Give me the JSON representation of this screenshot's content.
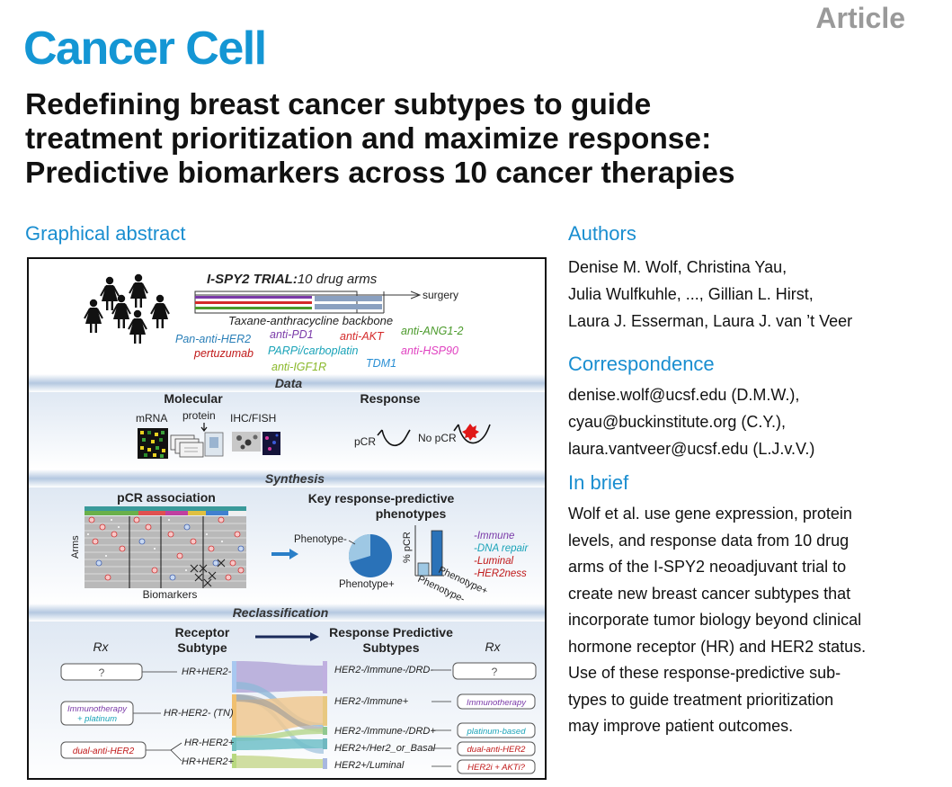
{
  "header": {
    "article_label": "Article",
    "journal": "Cancer Cell",
    "title_lines": [
      "Redefining breast cancer subtypes to guide",
      "treatment prioritization and maximize response:",
      "Predictive biomarkers across 10 cancer therapies"
    ]
  },
  "graphical_abstract": {
    "heading": "Graphical abstract",
    "trial_title_bold": "I-SPY2 TRIAL:",
    "trial_title_rest": "10 drug arms",
    "surgery": "surgery",
    "backbone": "Taxane-anthracycline backbone",
    "drugs": [
      {
        "label": "Pan-anti-HER2",
        "color": "#2a7fb8"
      },
      {
        "label": "anti-PD1",
        "color": "#7a3aa8"
      },
      {
        "label": "anti-AKT",
        "color": "#d42a2a"
      },
      {
        "label": "anti-ANG1-2",
        "color": "#4a9a2a"
      },
      {
        "label": "pertuzumab",
        "color": "#c01818"
      },
      {
        "label": "PARPi/carboplatin",
        "color": "#1aa3b8"
      },
      {
        "label": "anti-HSP90",
        "color": "#e040c0"
      },
      {
        "label": "anti-IGF1R",
        "color": "#8ab82a"
      },
      {
        "label": "TDM1",
        "color": "#2a8fd4"
      }
    ],
    "band_data": "Data",
    "molecular": "Molecular",
    "mrna": "mRNA",
    "protein": "protein",
    "ihc": "IHC/FISH",
    "response": "Response",
    "pcr": "pCR",
    "no_pcr": "No pCR",
    "band_synthesis": "Synthesis",
    "pcr_association": "pCR association",
    "arms": "Arms",
    "biomarkers": "Biomarkers",
    "key_title_1": "Key response-predictive",
    "key_title_2": "phenotypes",
    "phenotype_minus": "Phenotype-",
    "phenotype_plus": "Phenotype+",
    "pct_pcr": "% pCR",
    "bar_minus": "Phenotype-",
    "bar_plus": "Phenotype+",
    "key_phenotypes": [
      {
        "label": "-Immune",
        "color": "#7a3aa8"
      },
      {
        "label": "-DNA repair",
        "color": "#1aa3b8"
      },
      {
        "label": "-Luminal",
        "color": "#c01818"
      },
      {
        "label": "-HER2ness",
        "color": "#c01818"
      }
    ],
    "band_reclassification": "Reclassification",
    "rx_left": "Rx",
    "receptor_subtype_1": "Receptor",
    "receptor_subtype_2": "Subtype",
    "rps_1": "Response Predictive",
    "rps_2": "Subtypes",
    "rx_right": "Rx",
    "left_boxes": [
      {
        "label": "?",
        "color": "#555555"
      },
      {
        "label": "Immunotherapy",
        "label2": "+ platinum",
        "color": "#7a3aa8",
        "color2": "#1aa3b8"
      },
      {
        "label": "dual-anti-HER2",
        "color": "#c01818"
      }
    ],
    "receptor_subtypes": [
      "HR+HER2-",
      "HR-HER2- (TN)",
      "HR-HER2+",
      "HR+HER2+"
    ],
    "rps_subtypes": [
      "HER2-/Immune-/DRD-",
      "HER2-/Immune+",
      "HER2-/Immune-/DRD+",
      "HER2+/Her2_or_Basal",
      "HER2+/Luminal"
    ],
    "right_boxes": [
      {
        "label": "?",
        "color": "#555555"
      },
      {
        "label": "Immunotherapy",
        "color": "#7a3aa8"
      },
      {
        "label": "platinum-based",
        "color": "#1aa3b8"
      },
      {
        "label": "dual-anti-HER2",
        "color": "#c01818"
      },
      {
        "label": "HER2i + AKTi?",
        "color": "#c01818"
      }
    ]
  },
  "authors": {
    "heading": "Authors",
    "lines": [
      "Denise M. Wolf, Christina Yau,",
      "Julia Wulfkuhle, ..., Gillian L. Hirst,",
      "Laura J. Esserman, Laura J. van ’t Veer"
    ]
  },
  "correspondence": {
    "heading": "Correspondence",
    "lines": [
      "denise.wolf@ucsf.edu (D.M.W.),",
      "cyau@buckinstitute.org (C.Y.),",
      "laura.vantveer@ucsf.edu (L.J.v.V.)"
    ]
  },
  "in_brief": {
    "heading": "In brief",
    "lines": [
      "Wolf et al. use gene expression, protein",
      "levels, and response data from 10 drug",
      "arms of the I-SPY2 neoadjuvant trial to",
      "create new breast cancer subtypes that",
      "incorporate tumor biology beyond clinical",
      "hormone receptor (HR) and HER2 status.",
      "Use of these response-predictive sub-",
      "types to guide treatment prioritization",
      "may improve patient outcomes."
    ]
  },
  "colors": {
    "brand": "#1496d4",
    "article_label": "#9a9a9a",
    "band": "#b4c8e0"
  }
}
